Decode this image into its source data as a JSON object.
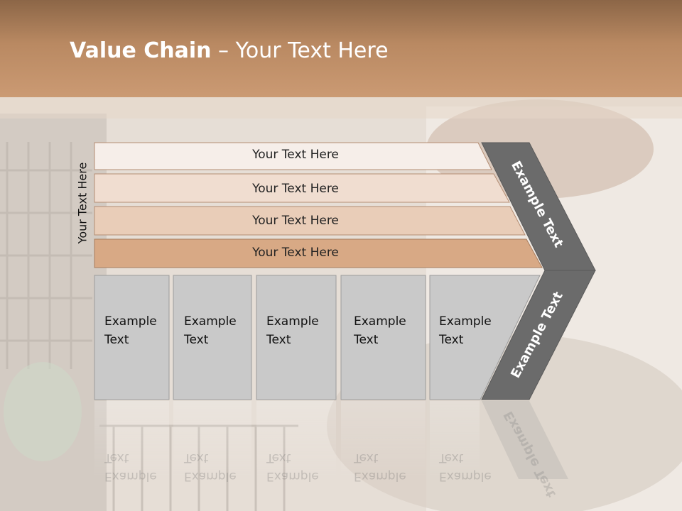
{
  "slide": {
    "title_bold": "Value Chain",
    "title_rest": " – Your Text Here",
    "side_label": "Your Text Here"
  },
  "stripes": [
    {
      "label": "Your Text Here"
    },
    {
      "label": "Your Text Here"
    },
    {
      "label": "Your Text Here"
    },
    {
      "label": "Your Text Here"
    }
  ],
  "boxes": [
    {
      "line1": "Example",
      "line2": "Text"
    },
    {
      "line1": "Example",
      "line2": "Text"
    },
    {
      "line1": "Example",
      "line2": "Text"
    },
    {
      "line1": "Example",
      "line2": "Text"
    },
    {
      "line1": "Example",
      "line2": "Text"
    }
  ],
  "arrow": {
    "upper_label": "Example Text",
    "lower_label": "Example Text"
  },
  "colors": {
    "header": "#c08c65",
    "stripe_1": "#f6eee9",
    "stripe_2": "#f0ddd0",
    "stripe_3": "#e9cdb8",
    "stripe_4": "#d8a985",
    "box_fill": "#c9c9c9",
    "arrow_fill": "#6b6b6b"
  }
}
